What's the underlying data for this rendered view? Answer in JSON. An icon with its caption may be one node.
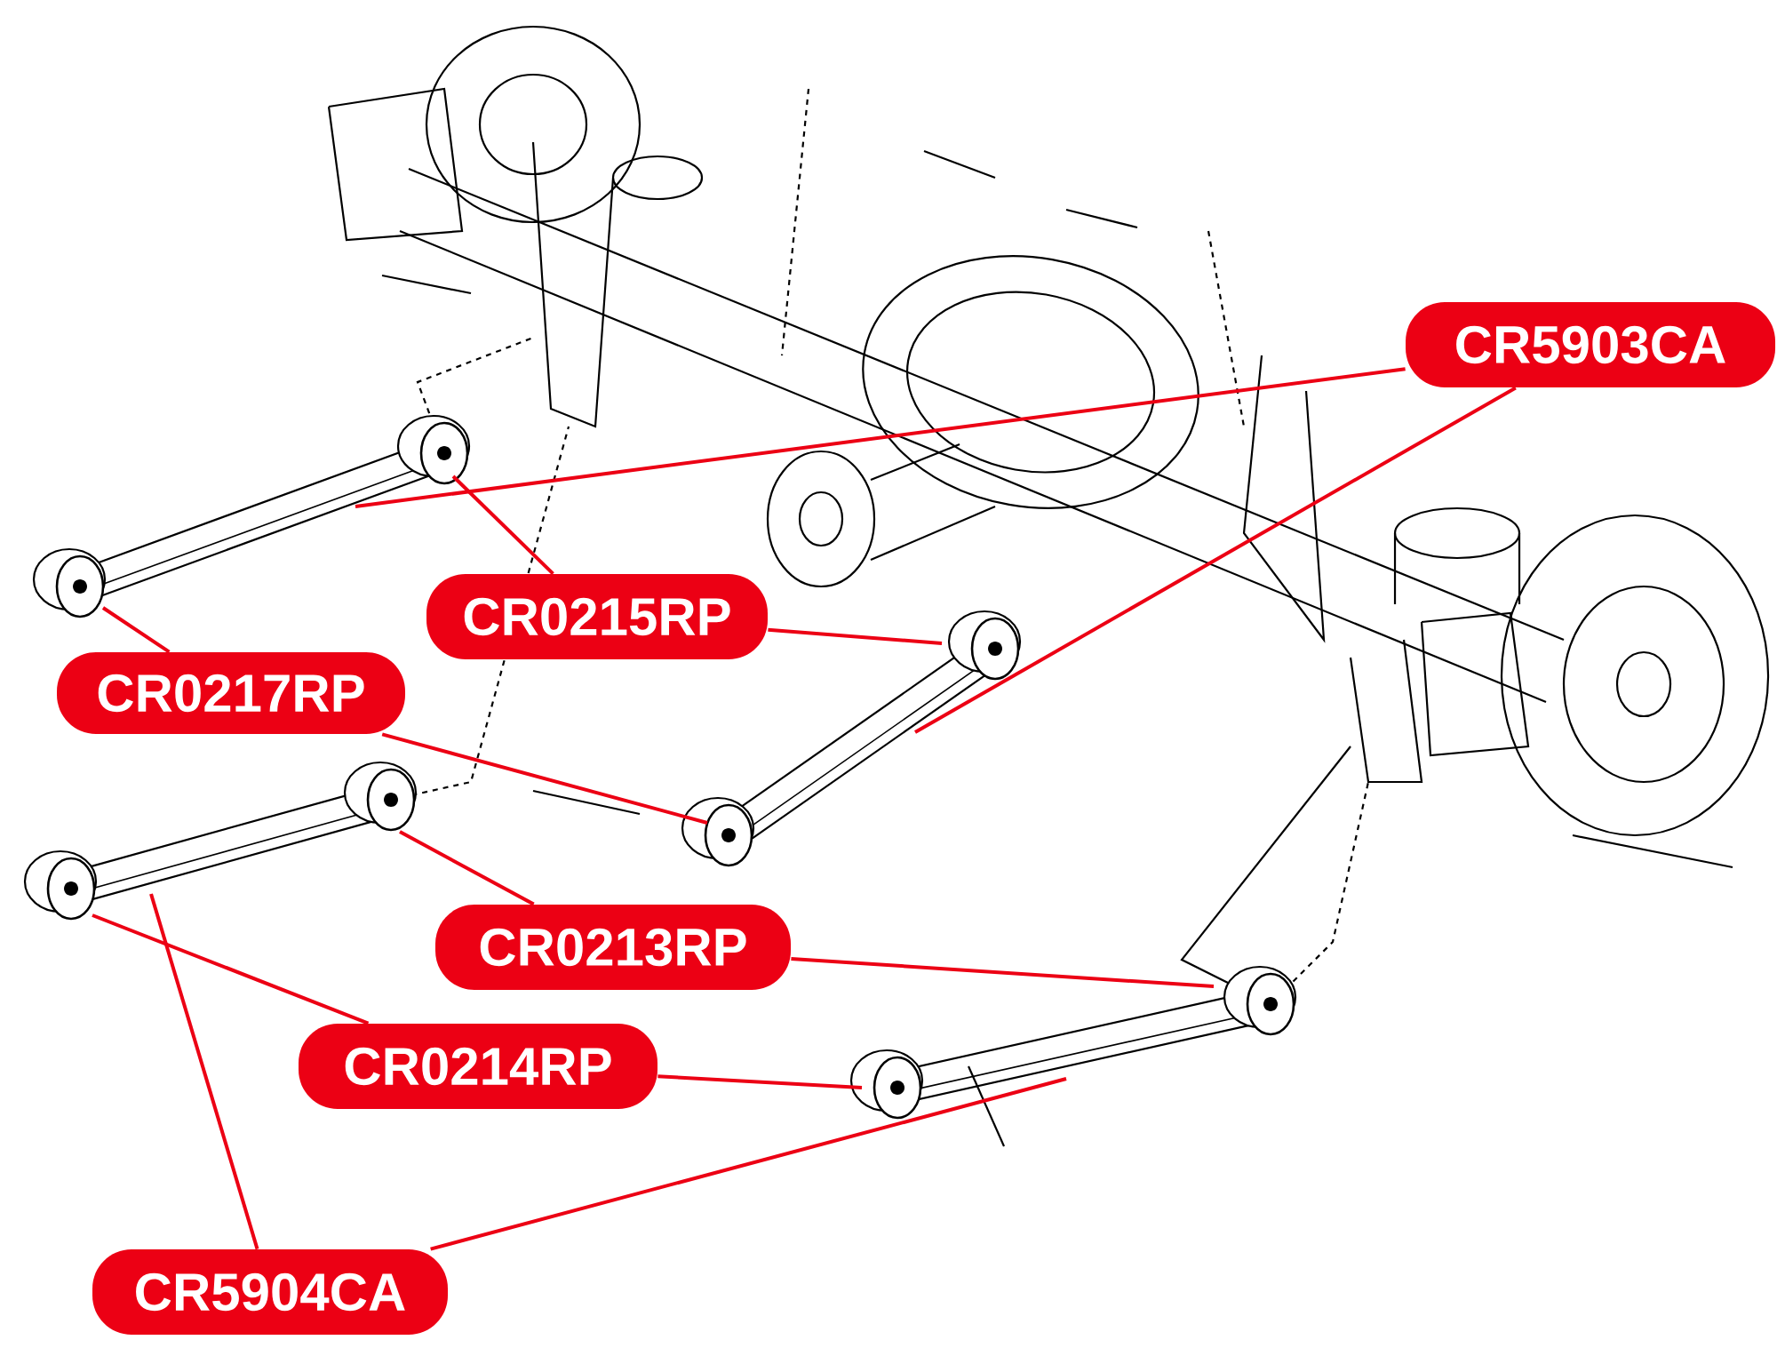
{
  "diagram": {
    "nodes": [
      {
        "text": [
          "CR5903CA"
        ]
      },
      {
        "text": [
          "CR0215RP"
        ]
      },
      {
        "text": [
          "CR0217RP"
        ]
      },
      {
        "text": [
          "CR0213RP"
        ]
      },
      {
        "text": [
          "CR0214RP"
        ]
      },
      {
        "text": [
          "CR5904CA"
        ]
      }
    ],
    "edges": [
      {
        "from": 0,
        "to": null,
        "arrow": "none"
      },
      {
        "from": 0,
        "to": null,
        "arrow": "none"
      },
      {
        "from": 1,
        "to": null,
        "arrow": "none"
      },
      {
        "from": 1,
        "to": null,
        "arrow": "none"
      },
      {
        "from": 2,
        "to": null,
        "arrow": "none"
      },
      {
        "from": 2,
        "to": null,
        "arrow": "none"
      },
      {
        "from": 3,
        "to": null,
        "arrow": "none"
      },
      {
        "from": 3,
        "to": null,
        "arrow": "none"
      },
      {
        "from": 4,
        "to": null,
        "arrow": "none"
      },
      {
        "from": 4,
        "to": null,
        "arrow": "none"
      },
      {
        "from": 5,
        "to": null,
        "arrow": "none"
      },
      {
        "from": 5,
        "to": null,
        "arrow": "none"
      }
    ]
  }
}
